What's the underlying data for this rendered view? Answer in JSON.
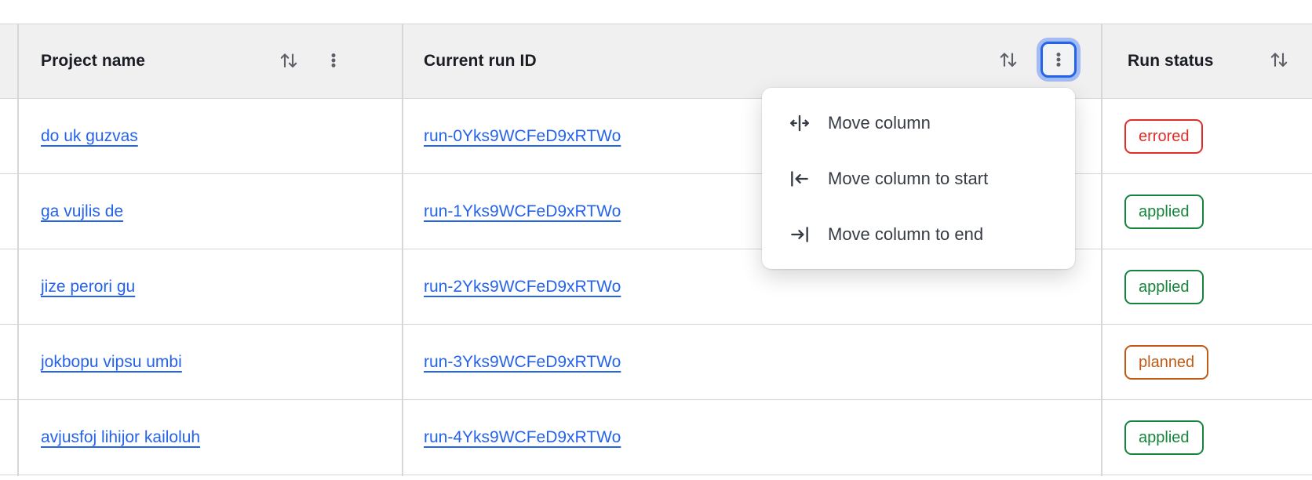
{
  "table": {
    "columns": [
      {
        "id": "project",
        "label": "Project name",
        "sortable": true,
        "has_menu": true
      },
      {
        "id": "run_id",
        "label": "Current run ID",
        "sortable": true,
        "has_menu": true,
        "menu_open": true
      },
      {
        "id": "status",
        "label": "Run status",
        "sortable": true,
        "has_menu": false
      }
    ],
    "rows": [
      {
        "project": "do uk guzvas",
        "run_id": "run-0Yks9WCFeD9xRTWo",
        "status": "errored"
      },
      {
        "project": "ga vujlis de",
        "run_id": "run-1Yks9WCFeD9xRTWo",
        "status": "applied"
      },
      {
        "project": "jize perori gu",
        "run_id": "run-2Yks9WCFeD9xRTWo",
        "status": "applied"
      },
      {
        "project": "jokbopu vipsu umbi",
        "run_id": "run-3Yks9WCFeD9xRTWo",
        "status": "planned"
      },
      {
        "project": "avjusfoj lihijor kailoluh",
        "run_id": "run-4Yks9WCFeD9xRTWo",
        "status": "applied"
      }
    ]
  },
  "column_menu": {
    "items": [
      {
        "label": "Move column",
        "icon": "move-column-icon"
      },
      {
        "label": "Move column to start",
        "icon": "move-column-to-start-icon"
      },
      {
        "label": "Move column to end",
        "icon": "move-column-to-end-icon"
      }
    ]
  },
  "colors": {
    "header_bg": "#f0f0f1",
    "border": "#d7d7da",
    "link": "#2563eb",
    "icon_gray": "#5d6167",
    "focus_ring_border": "#2563eb",
    "focus_ring_halo": "#a3bdf4",
    "status_errored": "#e02d28",
    "status_applied": "#15843c",
    "status_planned": "#c05a15"
  }
}
